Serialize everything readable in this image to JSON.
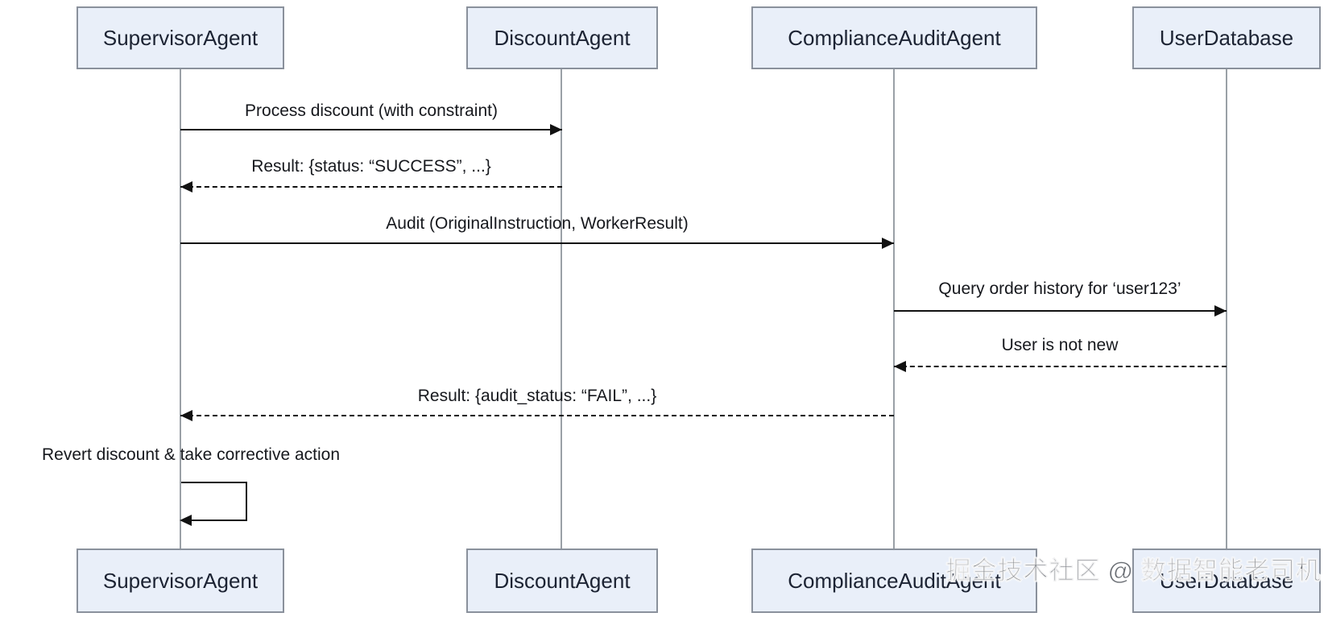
{
  "diagram": {
    "type": "sequence",
    "participants": [
      {
        "id": "SupervisorAgent",
        "label": "SupervisorAgent"
      },
      {
        "id": "DiscountAgent",
        "label": "DiscountAgent"
      },
      {
        "id": "ComplianceAuditAgent",
        "label": "ComplianceAuditAgent"
      },
      {
        "id": "UserDatabase",
        "label": "UserDatabase"
      }
    ],
    "messages": [
      {
        "from": "SupervisorAgent",
        "to": "DiscountAgent",
        "style": "solid",
        "text": "Process discount (with constraint)"
      },
      {
        "from": "DiscountAgent",
        "to": "SupervisorAgent",
        "style": "dashed",
        "text": "Result: {status: “SUCCESS”, ...}"
      },
      {
        "from": "SupervisorAgent",
        "to": "ComplianceAuditAgent",
        "style": "solid",
        "text": "Audit (OriginalInstruction, WorkerResult)"
      },
      {
        "from": "ComplianceAuditAgent",
        "to": "UserDatabase",
        "style": "solid",
        "text": "Query order history for ‘user123’"
      },
      {
        "from": "UserDatabase",
        "to": "ComplianceAuditAgent",
        "style": "dashed",
        "text": "User is not new"
      },
      {
        "from": "ComplianceAuditAgent",
        "to": "SupervisorAgent",
        "style": "dashed",
        "text": "Result: {audit_status: “FAIL”, ...}"
      },
      {
        "from": "SupervisorAgent",
        "to": "SupervisorAgent",
        "style": "self",
        "text": "Revert discount & take corrective action"
      }
    ],
    "watermark": "掘金技术社区 @ 数据智能老司机",
    "colors": {
      "actor_fill": "#e9eff9",
      "actor_border": "#8a919c",
      "lifeline": "#9aa0a6",
      "arrow": "#111111",
      "text": "#16181d",
      "background": "#ffffff"
    }
  }
}
